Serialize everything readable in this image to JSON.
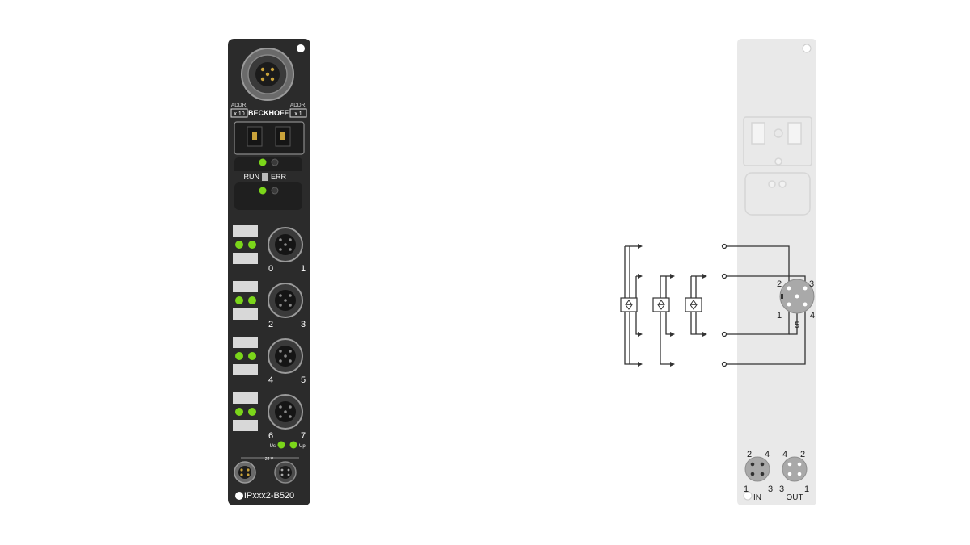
{
  "module": {
    "brand": "BECKHOFF",
    "addr_label": "ADDR.",
    "addr_left": "x 10",
    "addr_right": "x 1",
    "run_label": "RUN",
    "err_label": "ERR",
    "channels": [
      "0",
      "1",
      "2",
      "3",
      "4",
      "5",
      "6",
      "7"
    ],
    "us_label": "Us",
    "up_label": "Up",
    "voltage_label": "24 V",
    "model": "IPxxx2-B520",
    "colors": {
      "body": "#2b2b2b",
      "led": "#7bd61a",
      "label_plate": "#d8d8d8"
    }
  },
  "wiring": {
    "socket_pins": [
      "2",
      "3",
      "1",
      "4",
      "5"
    ],
    "in_pins": [
      "2",
      "4",
      "1",
      "3"
    ],
    "out_pins": [
      "4",
      "2",
      "3",
      "1"
    ],
    "in_label": "IN",
    "out_label": "OUT",
    "colors": {
      "panel": "#e9e9e9",
      "line": "#333333",
      "connector": "#a9a9a9"
    }
  }
}
